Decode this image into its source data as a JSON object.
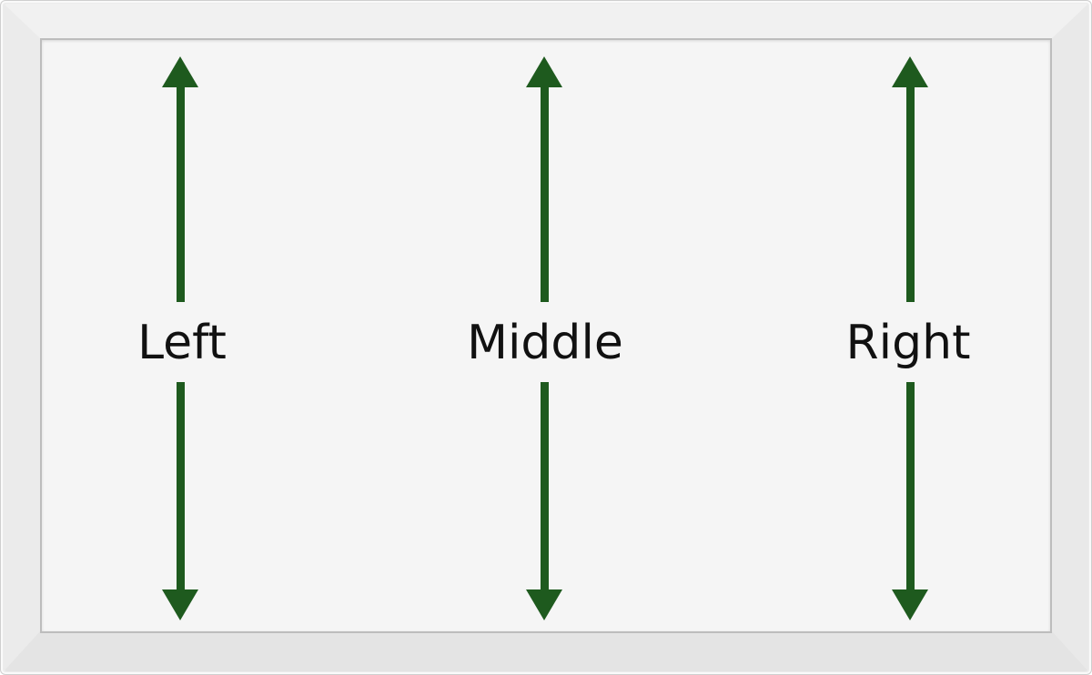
{
  "frame": {
    "border_color": "#ececec",
    "panel_color": "#f5f5f5"
  },
  "arrow_color": "#1e5a1e",
  "text_color": "#111111",
  "columns": [
    {
      "label": "Left"
    },
    {
      "label": "Middle"
    },
    {
      "label": "Right"
    }
  ]
}
